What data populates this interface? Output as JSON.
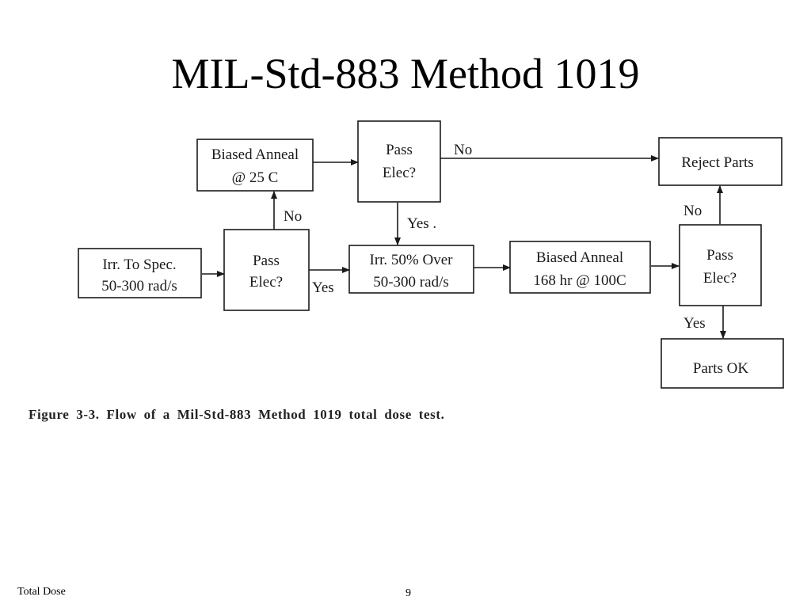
{
  "slide": {
    "title": "MIL-Std-883 Method 1019",
    "footer_left": "Total Dose",
    "page_number": "9"
  },
  "figure": {
    "caption": "Figure 3-3. Flow of a Mil-Std-883 Method 1019 total dose test.",
    "nodes": {
      "irr_to_spec": [
        "Irr. To Spec.",
        "50-300 rad/s"
      ],
      "pass_elec_1": [
        "Pass",
        "Elec?"
      ],
      "biased_anneal_25": [
        "Biased Anneal",
        "@ 25 C"
      ],
      "pass_elec_2": [
        "Pass",
        "Elec?"
      ],
      "irr_50_over": [
        "Irr. 50% Over",
        "50-300 rad/s"
      ],
      "biased_anneal_100": [
        "Biased Anneal",
        "168 hr @ 100C"
      ],
      "pass_elec_3": [
        "Pass",
        "Elec?"
      ],
      "reject_parts": [
        "Reject Parts"
      ],
      "parts_ok": [
        "Parts OK"
      ]
    },
    "edge_labels": {
      "no_1": "No",
      "yes_1": "Yes",
      "no_2": "No",
      "yes_2": "Yes .",
      "no_3": "No",
      "yes_3": "Yes"
    }
  }
}
